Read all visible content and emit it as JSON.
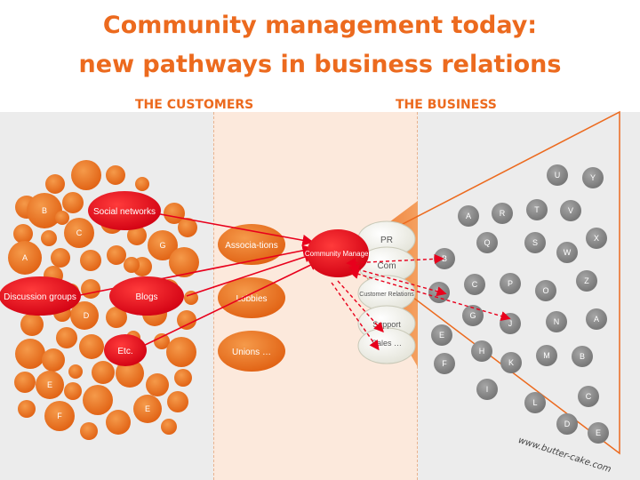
{
  "title": {
    "line1": "Community management today:",
    "line2": "new pathways in business relations"
  },
  "columns": {
    "customers": "THE CUSTOMERS",
    "business": "THE BUSINESS"
  },
  "customers": {
    "labeled": [
      "Social networks",
      "Discussion groups",
      "Blogs",
      "Etc."
    ],
    "letters": [
      "B",
      "C",
      "A",
      "G",
      "D",
      "E",
      "F",
      "E"
    ]
  },
  "intermediaries": [
    "Associa-tions",
    "Lobbies",
    "Unions …"
  ],
  "community_manager": "Community Manager",
  "departments": [
    "PR",
    "Com",
    "Customer Relations",
    "Support",
    "Sales …"
  ],
  "business_letters": [
    "U",
    "Y",
    "A",
    "R",
    "T",
    "V",
    "Q",
    "S",
    "W",
    "X",
    "B",
    "C",
    "P",
    "O",
    "Z",
    "D",
    "G",
    "J",
    "N",
    "A",
    "E",
    "H",
    "K",
    "M",
    "B",
    "F",
    "I",
    "L",
    "C",
    "D",
    "E"
  ],
  "credit": "www.butter-cake.com",
  "colors": {
    "accent": "#ec6a1e",
    "red_node": "#e8001c",
    "gray_node": "#8c8c8c"
  }
}
